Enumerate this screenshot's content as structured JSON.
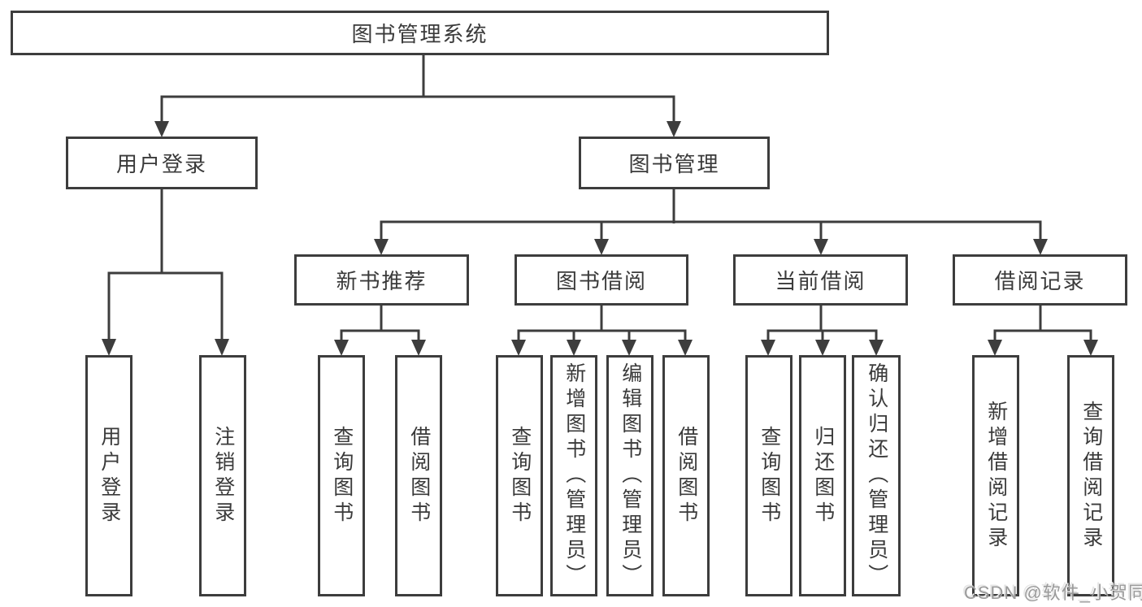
{
  "colors": {
    "line": "#3d3d3d",
    "box_border": "#3d3d3d",
    "text": "#3a3a3a",
    "page_background": "#ffffff",
    "watermark": "#9a9a9a"
  },
  "nodes": {
    "root": {
      "label": "图书管理系统"
    },
    "user_login": {
      "label": "用户登录"
    },
    "book_mgmt": {
      "label": "图书管理"
    },
    "leaf_login": {
      "label": "用户登录"
    },
    "leaf_logout": {
      "label": "注销登录"
    },
    "new_book_rec": {
      "label": "新书推荐"
    },
    "book_borrow": {
      "label": "图书借阅"
    },
    "current_borrow": {
      "label": "当前借阅"
    },
    "borrow_record": {
      "label": "借阅记录"
    },
    "rec_query": {
      "label": "查询图书"
    },
    "rec_borrow": {
      "label": "借阅图书"
    },
    "bb_query": {
      "label": "查询图书"
    },
    "bb_add": {
      "label": "新增图书（管理员）"
    },
    "bb_edit": {
      "label": "编辑图书（管理员）"
    },
    "bb_borrow": {
      "label": "借阅图书"
    },
    "cb_query": {
      "label": "查询图书"
    },
    "cb_return": {
      "label": "归还图书"
    },
    "cb_confirm": {
      "label": "确认归还（管理员）"
    },
    "br_add": {
      "label": "新增借阅记录"
    },
    "br_query": {
      "label": "查询借阅记录"
    }
  },
  "structure": {
    "root": [
      "user_login",
      "book_mgmt"
    ],
    "user_login": [
      "leaf_login",
      "leaf_logout"
    ],
    "book_mgmt": [
      "new_book_rec",
      "book_borrow",
      "current_borrow",
      "borrow_record"
    ],
    "new_book_rec": [
      "rec_query",
      "rec_borrow"
    ],
    "book_borrow": [
      "bb_query",
      "bb_add",
      "bb_edit",
      "bb_borrow"
    ],
    "current_borrow": [
      "cb_query",
      "cb_return",
      "cb_confirm"
    ],
    "borrow_record": [
      "br_add",
      "br_query"
    ]
  },
  "watermark": {
    "text": "CSDN @软件_小贺同学"
  }
}
